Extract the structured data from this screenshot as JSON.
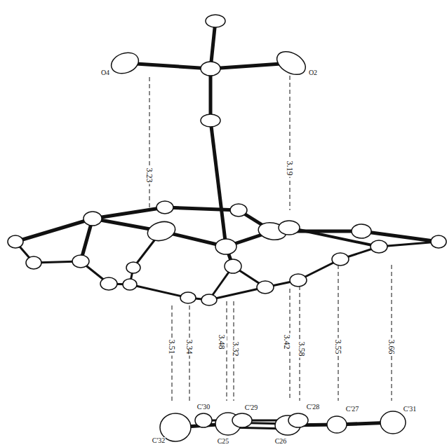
{
  "diagram": {
    "labels": [
      "O4",
      "O2",
      "3.23",
      "3.19",
      "3.51",
      "3.34",
      "3.48",
      "3.32",
      "3.42",
      "3.58",
      "3.55",
      "3.66",
      "C'30",
      "C'29",
      "C'28",
      "C'27",
      "C'31",
      "C'32",
      "C25",
      "C26"
    ]
  }
}
